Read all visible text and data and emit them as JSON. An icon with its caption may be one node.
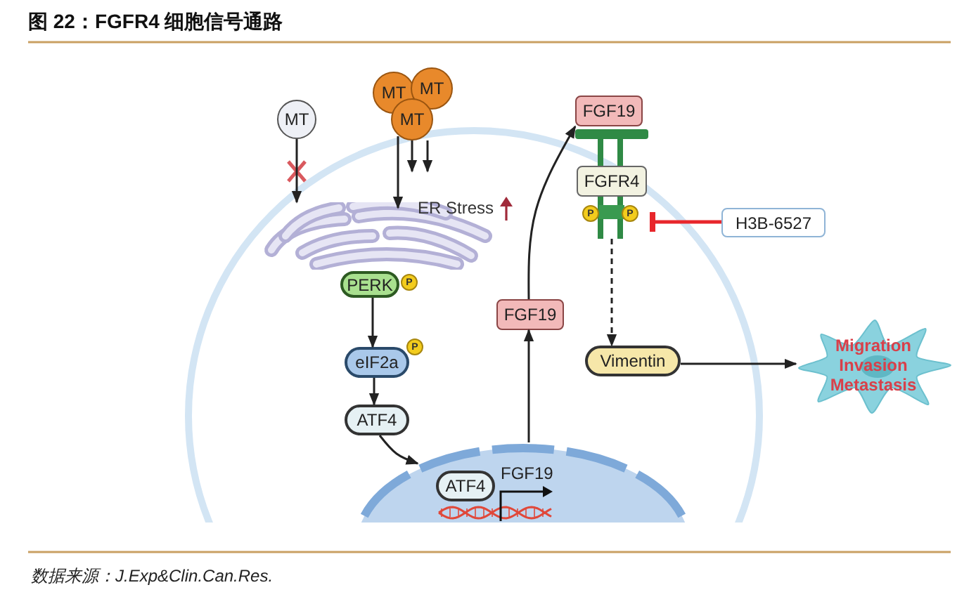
{
  "diagram": {
    "title": "图 22：FGFR4 细胞信号通路",
    "caption": "数据来源：J.Exp&Clin.Can.Res.",
    "nodes": [
      {
        "text": [
          "MT"
        ]
      },
      {
        "text": [
          "MT"
        ]
      },
      {
        "text": [
          "MT"
        ]
      },
      {
        "text": [
          "MT"
        ]
      },
      {
        "text": [],
        "shape": "picture"
      },
      {
        "text": [
          "PERK"
        ]
      },
      {
        "text": [
          "eIF2a"
        ]
      },
      {
        "text": [
          "ATF4"
        ]
      },
      {
        "text": [],
        "shape": "circle"
      },
      {
        "text": [
          "ATF4"
        ],
        "in": 8
      },
      {
        "text": [
          "FGF19"
        ]
      },
      {
        "text": [
          "FGF19"
        ]
      },
      {
        "text": [
          "FGFR4"
        ]
      },
      {
        "text": [
          "Vimentin"
        ]
      },
      {
        "text": [
          "H3B-6527"
        ]
      },
      {
        "text": [
          "Migration Invasion Metastasis"
        ]
      }
    ],
    "edges": [
      {
        "from": 0,
        "to": 4,
        "arrow": "to"
      },
      {
        "from": 3,
        "to": 4,
        "arrow": "to"
      },
      {
        "from": 3,
        "to": null,
        "arrow": "to"
      },
      {
        "from": 3,
        "to": null,
        "arrow": "to"
      },
      {
        "from": 5,
        "to": 6,
        "arrow": "to"
      },
      {
        "from": 6,
        "to": 7,
        "arrow": "to"
      },
      {
        "from": 7,
        "to": 8,
        "arrow": "to"
      },
      {
        "from": 8,
        "to": 10,
        "arrow": "to"
      },
      {
        "from": 10,
        "to": 11,
        "arrow": "to"
      },
      {
        "from": 12,
        "to": 13,
        "arrow": "to",
        "style": "dashed"
      },
      {
        "from": 14,
        "to": 12,
        "arrow": "other",
        "color": "#e8262b"
      },
      {
        "from": 13,
        "to": 15,
        "arrow": "to"
      }
    ],
    "labels": [
      "ER Stress",
      "P",
      "P",
      "P",
      "P",
      "FGF19"
    ]
  }
}
